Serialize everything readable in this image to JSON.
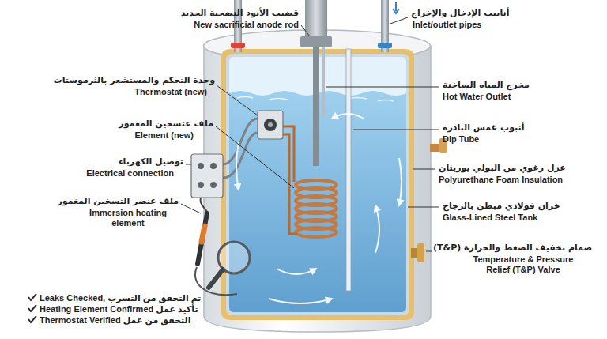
{
  "diagram": {
    "labels": [
      "قضيب الأنود التضحية الجديد",
      "New sacrificial anode rod",
      "أنابيب الإدخال والإخراج",
      "Inlet/outlet pipes",
      "وحدة التحكم والمستشعر بالثرموستات",
      "Thermostat (new)",
      "مخرج المياه الساخنة",
      "Hot Water Outlet",
      "ملف عتسخين المغمور",
      "Element (new)",
      "أنبوب غمس البادرة",
      "Dip Tube",
      "توصيل الكهرباء",
      "Electrical connection",
      "عزل رغوي من البولي يوريثان",
      "Polyurethane Foam Insulation",
      "ملف عنصر التسخين المغمور",
      "Immersion heating element",
      "خزان فولاذي مبطن بالزجاج",
      "Glass-Lined Steel Tank",
      "صمام تخفيف الضغط والحرارة (T&P)",
      "Temperature & Pressure Relief (T&P) Valve",
      "Leaks Checked, تم التحقق من التسرب",
      "Heating Element Confirmed تأكيد عمل",
      "Thermostat Verified التحقق من عمل"
    ]
  }
}
